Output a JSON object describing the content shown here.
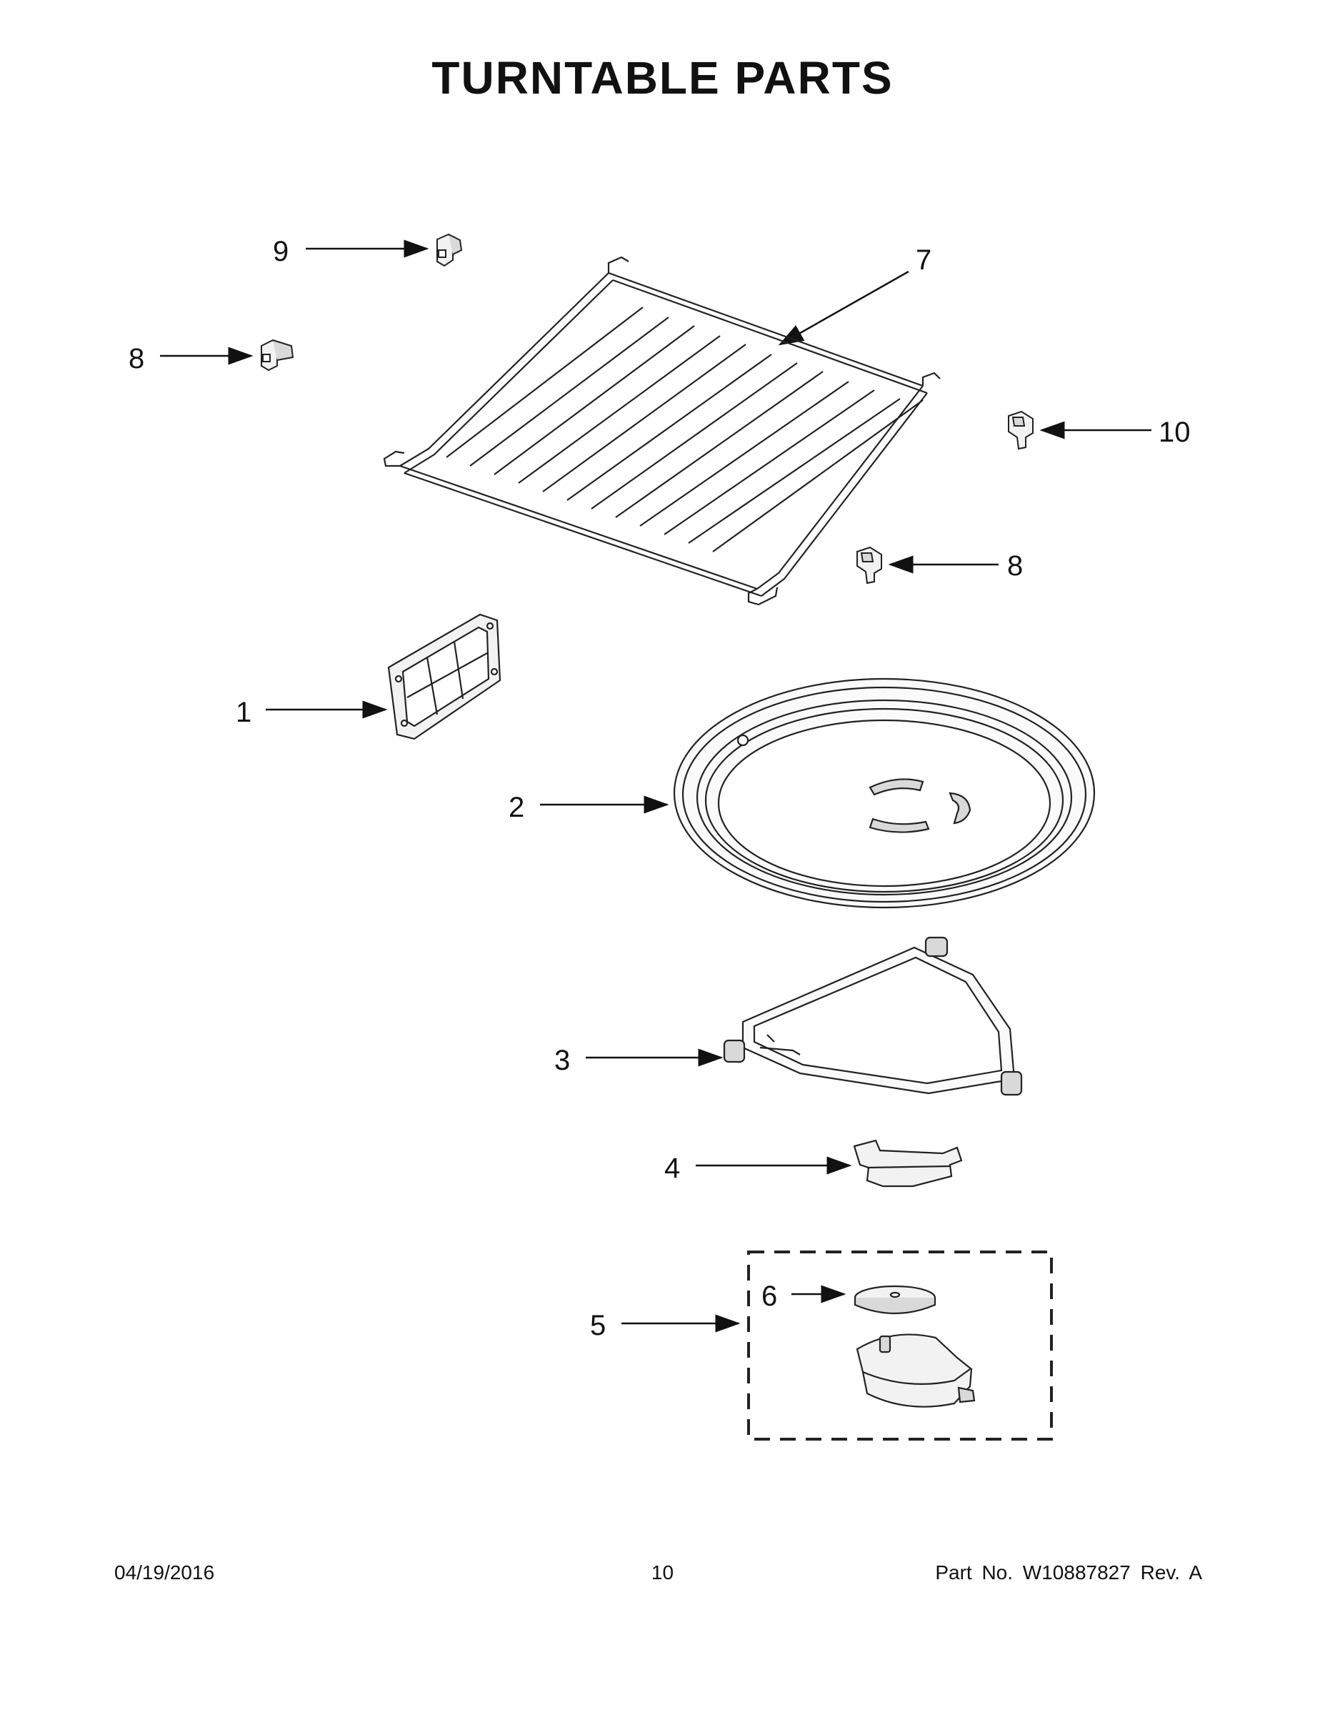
{
  "page": {
    "title": "TURNTABLE PARTS",
    "footer": {
      "date": "04/19/2016",
      "page_number": "10",
      "part_number": "Part No.  W10887827  Rev.  A"
    }
  },
  "callouts": [
    {
      "label": "1",
      "part": "grid-filter"
    },
    {
      "label": "2",
      "part": "glass-tray"
    },
    {
      "label": "3",
      "part": "roller-support"
    },
    {
      "label": "4",
      "part": "coupler"
    },
    {
      "label": "5",
      "part": "motor-assembly"
    },
    {
      "label": "6",
      "part": "motor-disc"
    },
    {
      "label": "7",
      "part": "wire-rack"
    },
    {
      "label": "8",
      "part": "left-rack-support"
    },
    {
      "label": "8",
      "part": "right-rack-support"
    },
    {
      "label": "9",
      "part": "left-rear-rack-support"
    },
    {
      "label": "10",
      "part": "right-rear-rack-support"
    }
  ],
  "colors": {
    "line": "#222222",
    "fill_light": "#f2f2f2",
    "fill_mid": "#d9d9d9"
  }
}
